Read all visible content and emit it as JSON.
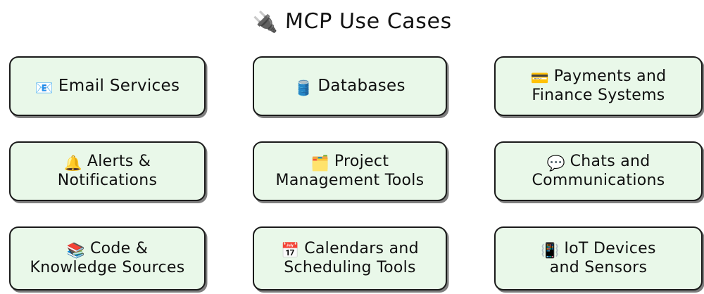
{
  "header": {
    "title": "MCP Use Cases",
    "icon": "electric-plug-icon",
    "icon_glyph": "🔌"
  },
  "theme": {
    "background": "#ffffff",
    "card_fill": "#e9f8e9",
    "card_border": "#1a1a1a",
    "text_color": "#101010",
    "shadow": "rgba(20,20,20,0.55)"
  },
  "grid": {
    "columns": 3,
    "rows": 3,
    "cards": [
      {
        "id": "email-services",
        "icon": "email-envelope-icon",
        "icon_glyph": "📧",
        "label": "Email Services",
        "lines": 1
      },
      {
        "id": "databases",
        "icon": "database-barrel-icon",
        "icon_glyph": "🛢️",
        "label": "Databases",
        "lines": 1
      },
      {
        "id": "payments-and-finance-systems",
        "icon": "credit-card-icon",
        "icon_glyph": "💳",
        "label": "Payments and\nFinance Systems",
        "lines": 2
      },
      {
        "id": "alerts-and-notifications",
        "icon": "bell-icon",
        "icon_glyph": "🔔",
        "label": "Alerts &\nNotifications",
        "lines": 2
      },
      {
        "id": "project-management-tools",
        "icon": "card-index-dividers-icon",
        "icon_glyph": "🗂️",
        "label": "Project\nManagement Tools",
        "lines": 2
      },
      {
        "id": "chats-and-communications",
        "icon": "speech-balloon-icon",
        "icon_glyph": "💬",
        "label": "Chats and\nCommunications",
        "lines": 2
      },
      {
        "id": "code-and-knowledge-sources",
        "icon": "books-icon",
        "icon_glyph": "📚",
        "label": "Code &\nKnowledge Sources",
        "lines": 2
      },
      {
        "id": "calendars-and-scheduling-tools",
        "icon": "calendar-icon",
        "icon_glyph": "📅",
        "label": "Calendars and\nScheduling Tools",
        "lines": 2
      },
      {
        "id": "iot-devices-and-sensors",
        "icon": "vibration-mode-icon",
        "icon_glyph": "📳",
        "label": "IoT Devices\nand Sensors",
        "lines": 2
      }
    ]
  }
}
